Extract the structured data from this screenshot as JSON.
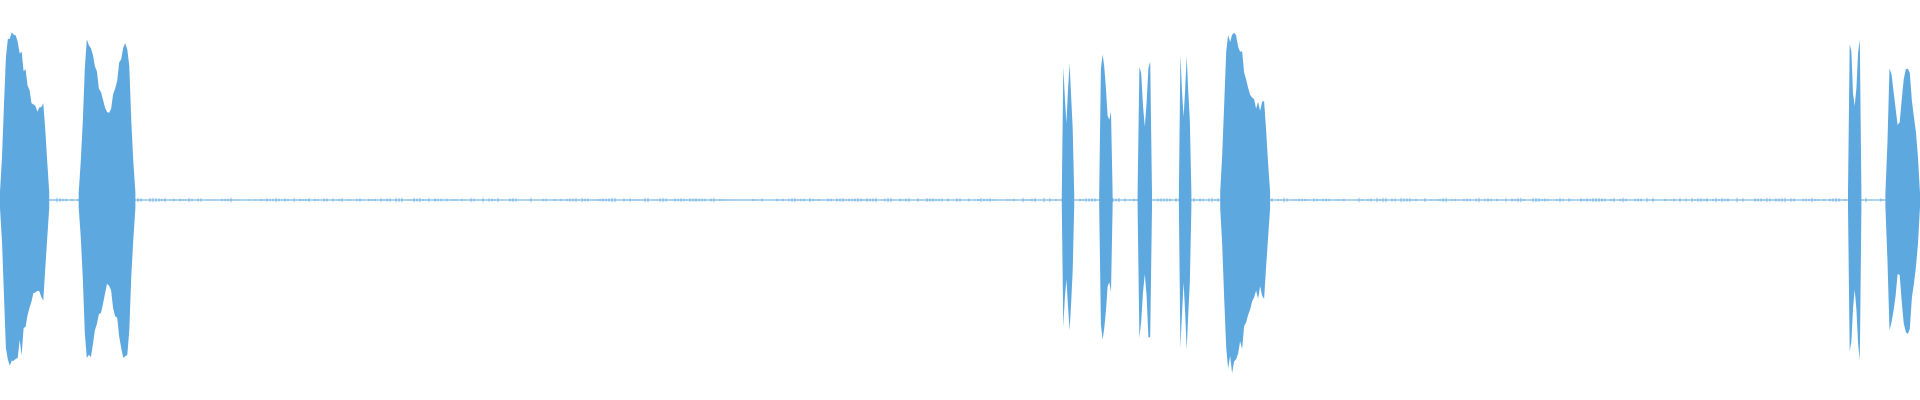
{
  "waveform": {
    "color": "#5ea8e0",
    "background": "#ffffff",
    "bursts": [
      {
        "start": 0.0,
        "end": 0.0256,
        "peak": 0.85
      },
      {
        "start": 0.041,
        "end": 0.0705,
        "peak": 0.8
      },
      {
        "start": 0.553,
        "end": 0.5595,
        "peak": 0.7
      },
      {
        "start": 0.5725,
        "end": 0.5795,
        "peak": 0.74
      },
      {
        "start": 0.5925,
        "end": 0.6,
        "peak": 0.72
      },
      {
        "start": 0.614,
        "end": 0.6205,
        "peak": 0.72
      },
      {
        "start": 0.6355,
        "end": 0.6615,
        "peak": 0.85
      },
      {
        "start": 0.9625,
        "end": 0.9695,
        "peak": 0.82
      },
      {
        "start": 0.982,
        "end": 1.0,
        "peak": 0.7
      }
    ],
    "baseline_noise": 0.012
  }
}
